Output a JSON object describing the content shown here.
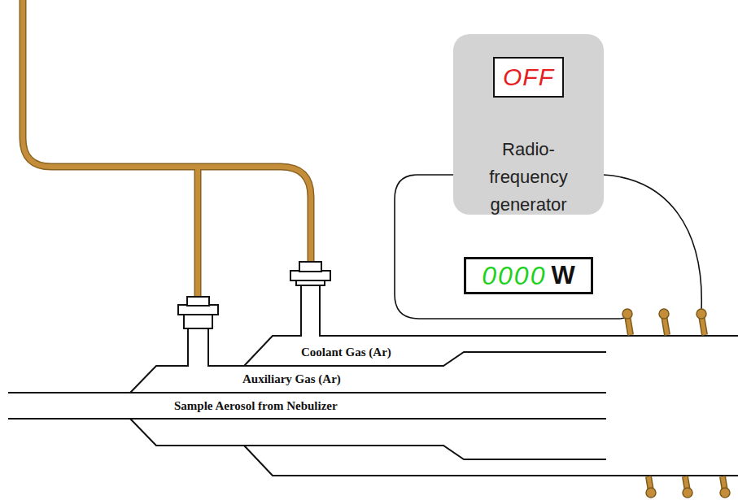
{
  "diagram": {
    "nodes": [
      {
        "text": [
          "Radio- frequency generator"
        ]
      },
      {
        "text": [
          "OFF"
        ],
        "in": 0
      },
      {
        "text": [
          "0000",
          "W"
        ]
      }
    ],
    "labels": [
      "Coolant Gas (Ar)",
      "Auxiliary Gas (Ar)",
      "Sample Aerosol from Nebulizer"
    ]
  }
}
